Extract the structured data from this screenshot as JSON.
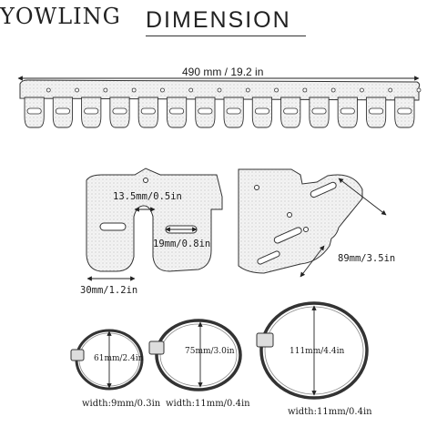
{
  "header": {
    "brand": "YOWLING",
    "title": "DIMENSION"
  },
  "shield": {
    "length_label": "490 mm / 19.2 in",
    "tab_count": 14
  },
  "details": {
    "gap_label": "13.5mm/0.5in",
    "slot_label": "19mm/0.8in",
    "width_label": "30mm/1.2in",
    "height_label": "89mm/3.5in"
  },
  "clamps": [
    {
      "diameter_label": "61mm/2.4in",
      "width_label": "width:9mm/0.3in"
    },
    {
      "diameter_label": "75mm/3.0in",
      "width_label": "width:11mm/0.4in"
    },
    {
      "diameter_label": "111mm/4.4in",
      "width_label": "width:11mm/0.4in"
    }
  ]
}
